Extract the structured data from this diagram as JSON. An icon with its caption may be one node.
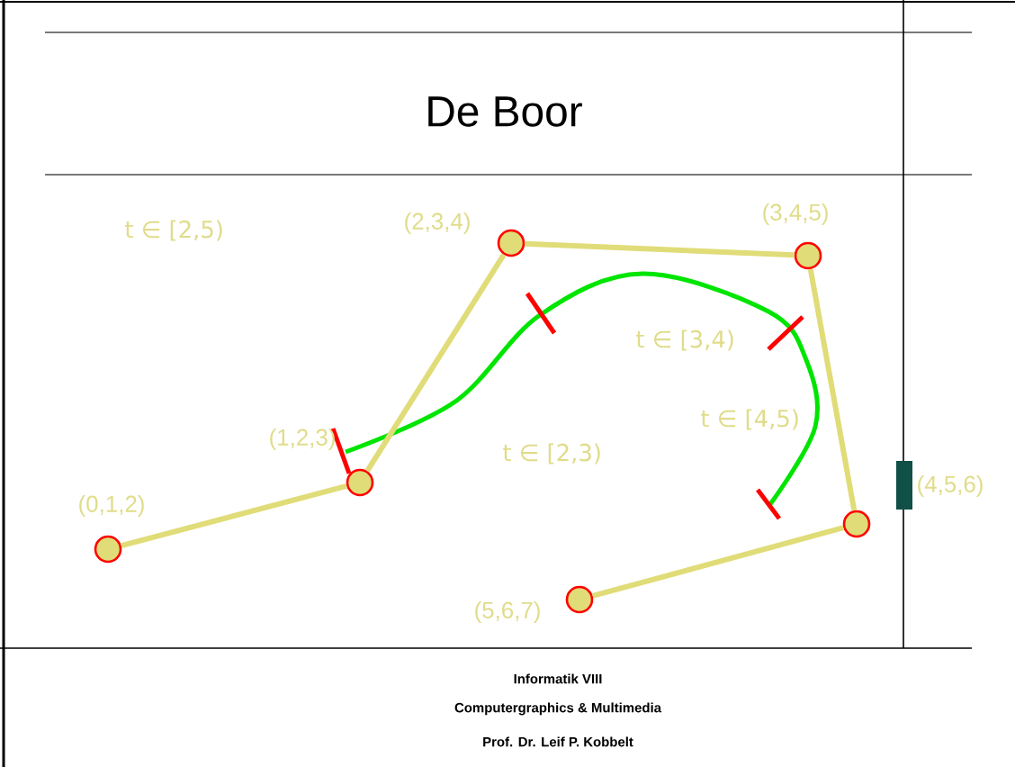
{
  "diagram": {
    "title": "De Boor",
    "nodes": [
      {
        "text": [],
        "shape": "circle",
        "beside": [
          "(0,1,2)"
        ]
      },
      {
        "text": [],
        "shape": "circle",
        "beside": [
          "(1,2,3)"
        ]
      },
      {
        "text": [],
        "shape": "circle",
        "beside": [
          "(2,3,4)"
        ]
      },
      {
        "text": [],
        "shape": "circle",
        "beside": [
          "(3,4,5)"
        ]
      },
      {
        "text": [],
        "shape": "circle",
        "beside": [
          "(4,5,6)"
        ]
      },
      {
        "text": [],
        "shape": "circle",
        "beside": [
          "(5,6,7)"
        ]
      }
    ],
    "edges": [
      {
        "from": 0,
        "to": 1,
        "arrow": "none"
      },
      {
        "from": 1,
        "to": 2,
        "arrow": "none"
      },
      {
        "from": 2,
        "to": 3,
        "arrow": "none"
      },
      {
        "from": 3,
        "to": 4,
        "arrow": "none"
      },
      {
        "from": 4,
        "to": 5,
        "arrow": "none"
      }
    ],
    "labels": [
      "t ∈ [2,5)",
      "t ∈ [2,3)",
      "t ∈ [3,4)",
      "t ∈ [4,5)",
      "Informatik VIII",
      "Computergraphics & Multimedia",
      "Prof. Dr. Leif P. Kobbelt"
    ]
  }
}
